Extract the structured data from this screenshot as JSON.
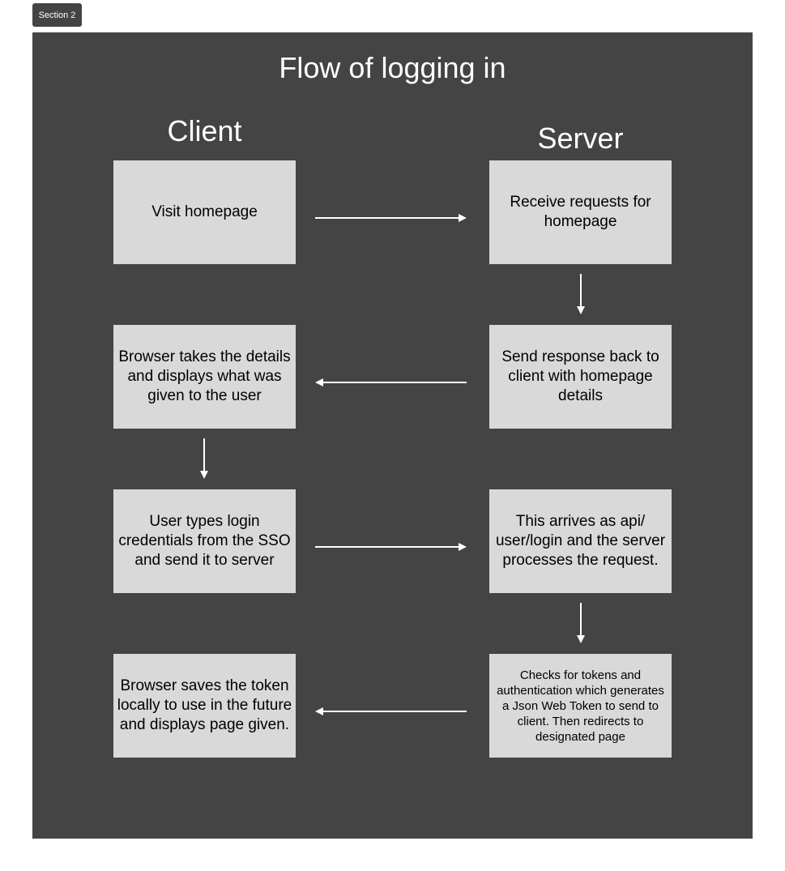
{
  "section_label": "Section 2",
  "title": "Flow of logging in",
  "columns": {
    "left": "Client",
    "right": "Server"
  },
  "steps": {
    "visit_homepage": "Visit homepage",
    "receive_requests": "Receive requests for homepage",
    "send_response": "Send response back to client with homepage details",
    "browser_displays": "Browser takes the details and displays what was given to the user",
    "user_login": "User types login credentials from the SSO and send it to server",
    "arrives_api": "This arrives as api/ user/login and the server processes the request.",
    "checks_tokens": "Checks for tokens and authentication which generates a Json Web Token to send to client. Then redirects to designated page",
    "browser_saves": "Browser saves the token locally to use in the future and displays page given."
  },
  "colors": {
    "frame": "#444444",
    "box": "#d9d9d9",
    "arrow": "#ffffff"
  }
}
